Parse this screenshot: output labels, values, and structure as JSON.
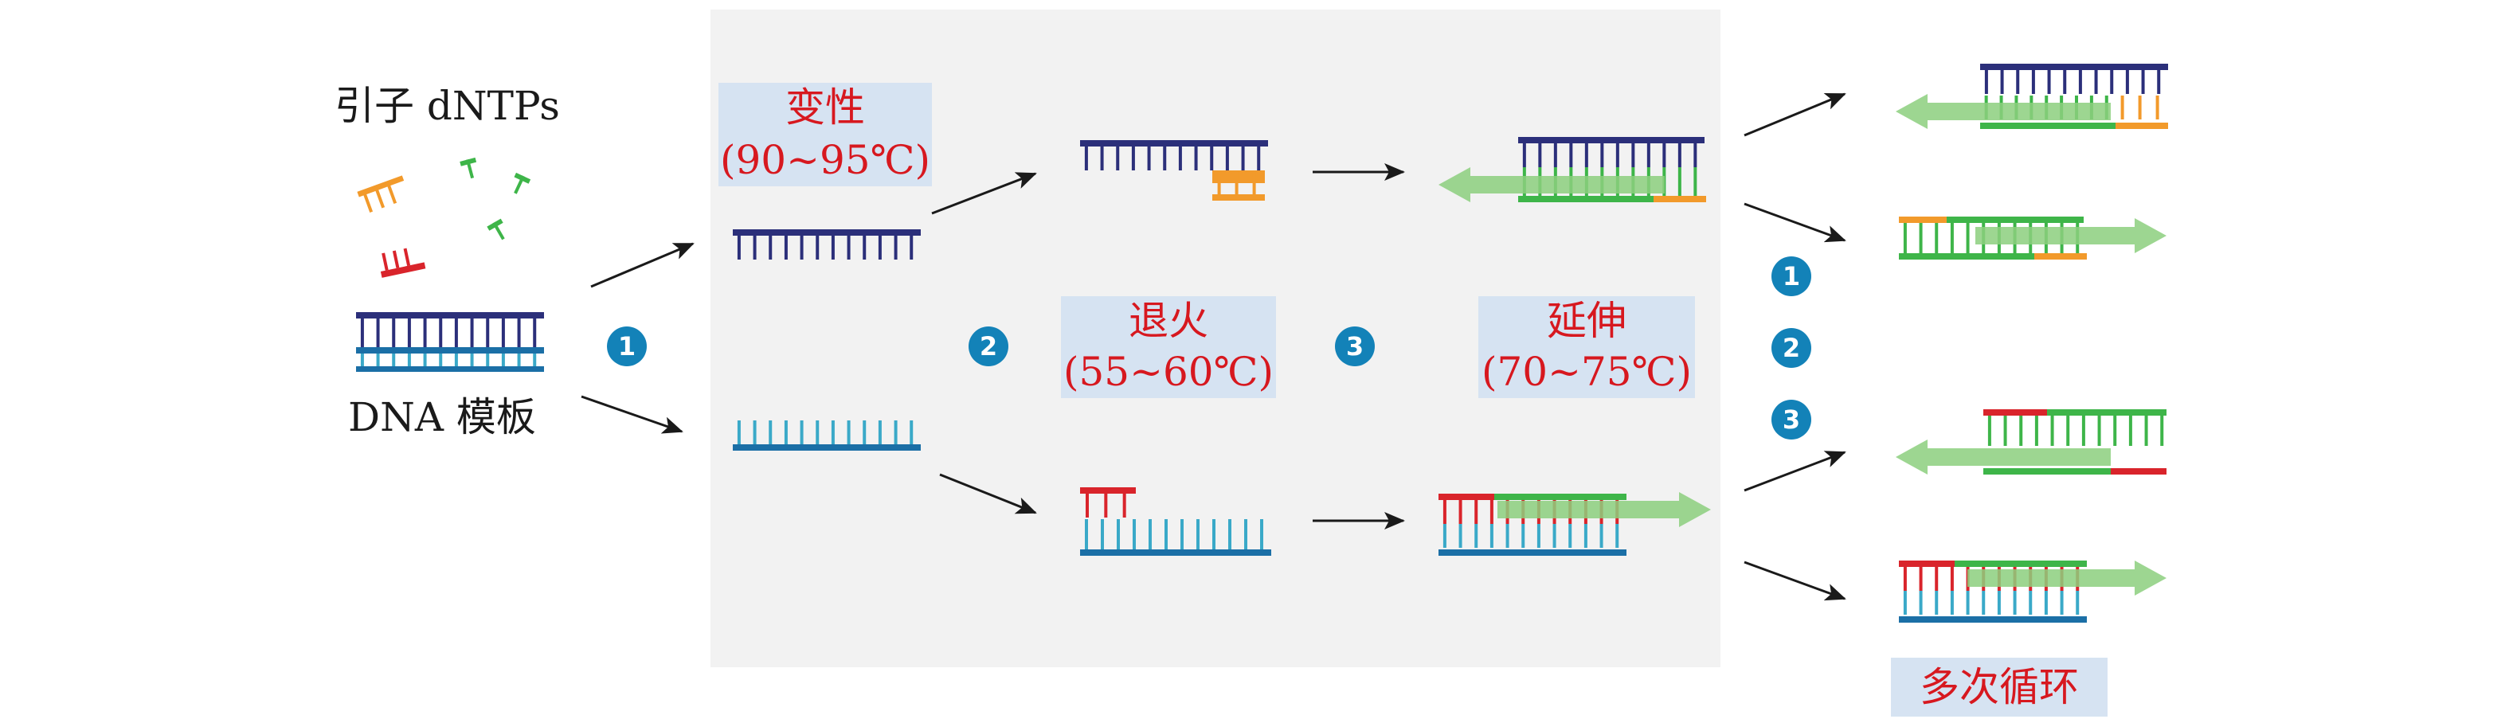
{
  "inputs": {
    "primers_dntps": "引子 dNTPs",
    "template": "DNA 模板"
  },
  "stages": {
    "denature": {
      "title": "变性",
      "temp": "(90~95℃)"
    },
    "anneal": {
      "title": "退火",
      "temp": "(55~60℃)"
    },
    "extend": {
      "title": "延伸",
      "temp": "(70~75℃)"
    }
  },
  "steps": {
    "one": "1",
    "two": "2",
    "three": "3"
  },
  "cycles": "多次循环",
  "colors": {
    "panel_bg": "#f2f2f2",
    "label_bg": "#d6e3f2",
    "label_text": "#d7181f",
    "strand_navy": "#2b2f7a",
    "strand_blue": "#1b6fa6",
    "strand_teal": "#3aa9c8",
    "primer_orange": "#f29a2b",
    "primer_red": "#d9242b",
    "new_strand_green": "#3eb549",
    "arrow_green": "#8ccf7e",
    "step_badge": "#1382b8"
  },
  "icons": [
    "arrow-icon",
    "step-badge-icon",
    "dna-strand-icon",
    "primer-icon",
    "dntp-icon"
  ]
}
